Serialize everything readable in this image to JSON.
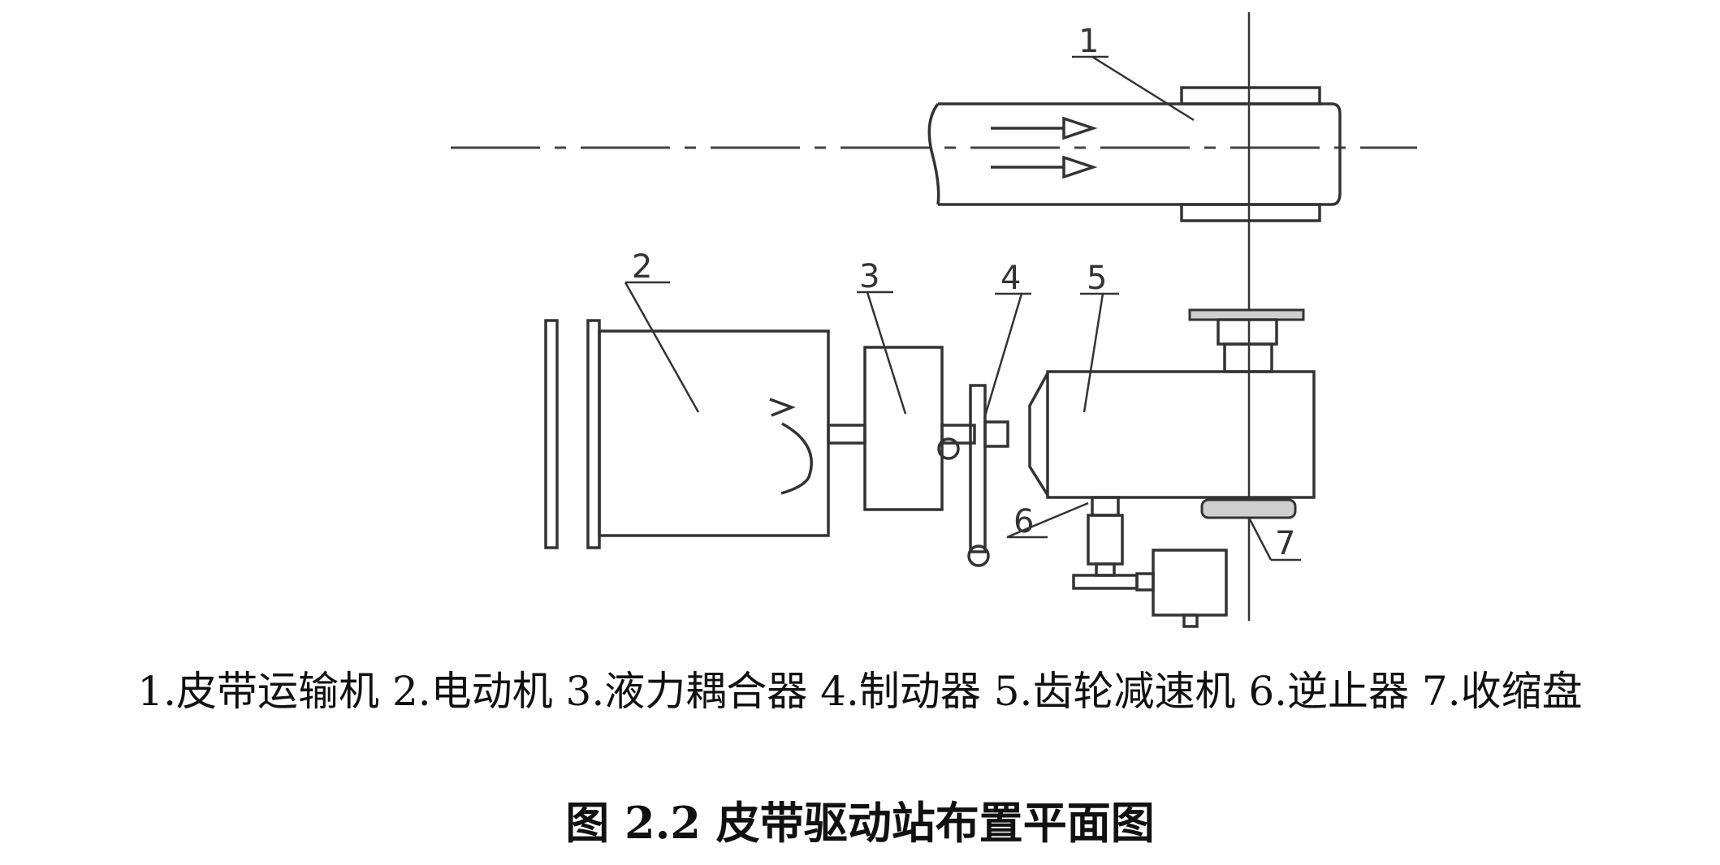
{
  "diagram": {
    "labels": {
      "n1": "1",
      "n2": "2",
      "n3": "3",
      "n4": "4",
      "n5": "5",
      "n6": "6",
      "n7": "7"
    }
  },
  "legend": "1.皮带运输机 2.电动机 3.液力耦合器 4.制动器 5.齿轮减速机 6.逆止器 7.收缩盘",
  "caption": "图 2.2  皮带驱动站布置平面图"
}
